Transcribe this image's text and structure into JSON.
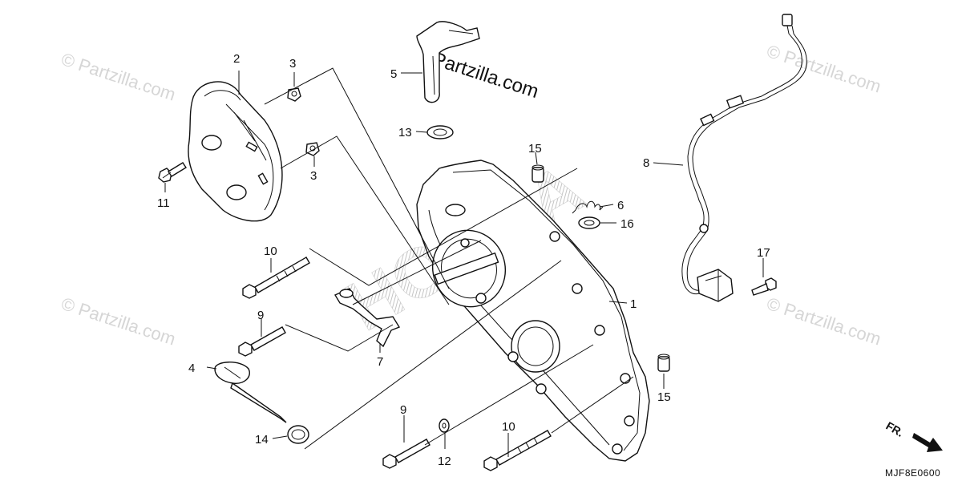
{
  "watermark": {
    "text": "© Partzilla.com",
    "site_text": "Partzilla.com",
    "brand": "HONDA"
  },
  "callouts": {
    "c1": "1",
    "c2": "2",
    "c3a": "3",
    "c3b": "3",
    "c4": "4",
    "c5": "5",
    "c6": "6",
    "c7": "7",
    "c8": "8",
    "c9a": "9",
    "c9b": "9",
    "c10a": "10",
    "c10b": "10",
    "c11": "11",
    "c12": "12",
    "c13": "13",
    "c14": "14",
    "c15a": "15",
    "c15b": "15",
    "c16": "16",
    "c17": "17"
  },
  "direction_label": "FR.",
  "diagram_code": "MJF8E0600",
  "colors": {
    "line": "#111111",
    "watermark": "#d6d6d6",
    "brand_hatch": "#cfcfcf"
  }
}
